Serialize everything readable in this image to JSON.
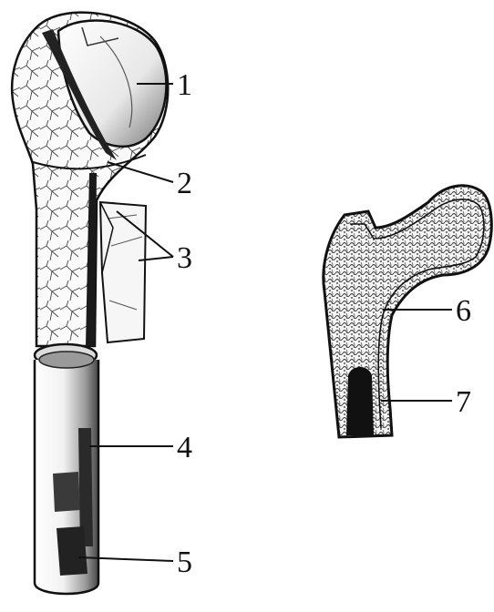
{
  "figure": {
    "labels": [
      {
        "id": "1",
        "text": "1"
      },
      {
        "id": "2",
        "text": "2"
      },
      {
        "id": "3",
        "text": "3"
      },
      {
        "id": "4",
        "text": "4"
      },
      {
        "id": "5",
        "text": "5"
      },
      {
        "id": "6",
        "text": "6"
      },
      {
        "id": "7",
        "text": "7"
      }
    ]
  },
  "colors": {
    "ink": "#111111",
    "paper": "#ffffff",
    "shade": "#555555"
  }
}
